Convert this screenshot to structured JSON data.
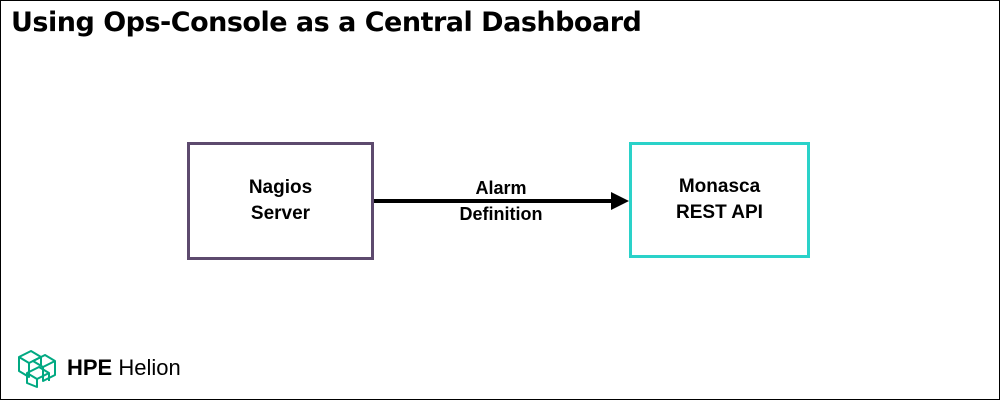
{
  "title": "Using Ops-Console as a Central Dashboard",
  "nodes": [
    {
      "line1": "Nagios",
      "line2": "Server",
      "border_color": "#5d4a6e"
    },
    {
      "line1": "Monasca",
      "line2": "REST API",
      "border_color": "#2ad2c9"
    }
  ],
  "edge": {
    "from": "Nagios Server",
    "to": "Monasca REST API",
    "label_line1": "Alarm",
    "label_line2": "Definition"
  },
  "logo": {
    "brand": "HPE",
    "product": "Helion",
    "icon": "hpe-helion-cube-icon",
    "color": "#01a982"
  }
}
